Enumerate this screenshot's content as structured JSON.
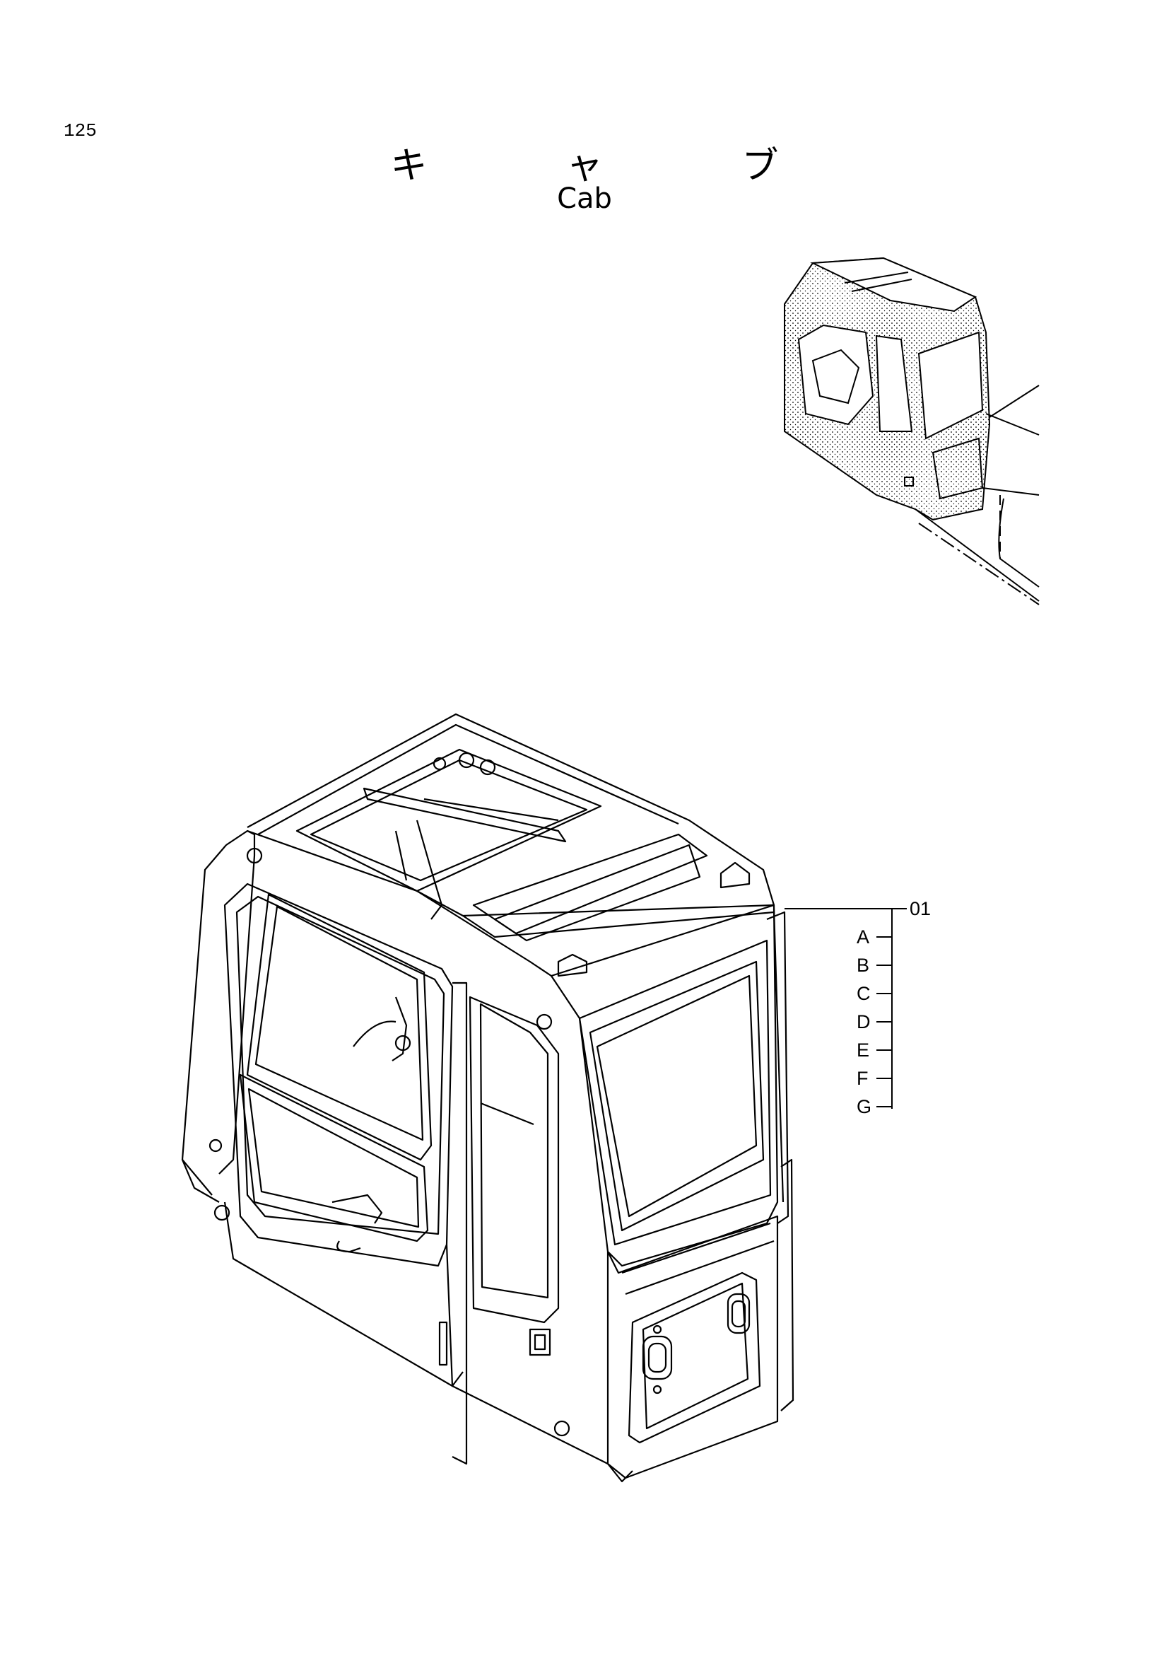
{
  "page": {
    "number": "125"
  },
  "title": {
    "japanese": "キ ャ ブ",
    "english": "Cab"
  },
  "callouts": {
    "main_part": "01",
    "sub_parts": [
      "A",
      "B",
      "C",
      "D",
      "E",
      "F",
      "G"
    ]
  },
  "colors": {
    "line": "#000000",
    "background": "#ffffff"
  }
}
